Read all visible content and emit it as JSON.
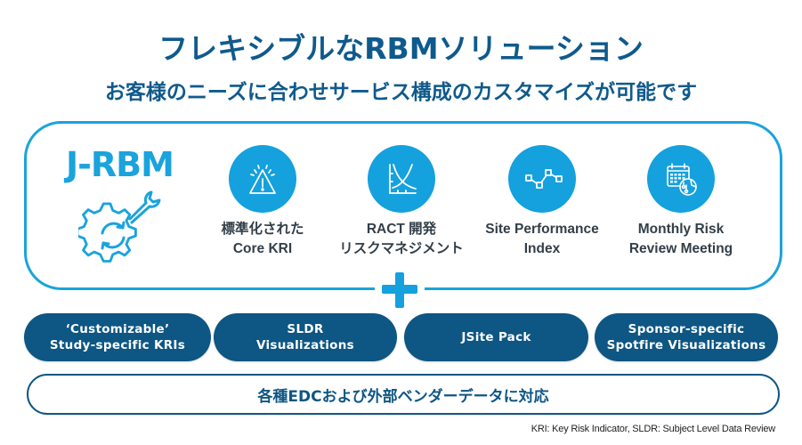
{
  "header": {
    "title": "フレキシブルなRBMソリューション",
    "subtitle": "お客様のニーズに合わせサービス構成のカスタマイズが可能です"
  },
  "platform": {
    "brand": "J-RBM",
    "brand_icon": "gear-wrench-icon",
    "features": [
      {
        "icon": "warning-triangle-icon",
        "label": "標準化された\nCore KRI",
        "line1": "標準化された",
        "line2": "Core KRI"
      },
      {
        "icon": "curve-chart-icon",
        "label": "RACT 開発\nリスクマネジメント",
        "line1": "RACT 開発",
        "line2": "リスクマネジメント"
      },
      {
        "icon": "line-chart-icon",
        "label": "Site Performance\nIndex",
        "line1": "Site Performance",
        "line2": "Index"
      },
      {
        "icon": "calendar-globe-icon",
        "label": "Monthly Risk\nReview Meeting",
        "line1": "Monthly Risk",
        "line2": "Review Meeting"
      }
    ]
  },
  "plus_icon": "plus-icon",
  "addons": [
    {
      "label": "‘Customizable’\nStudy-specific KRIs"
    },
    {
      "label": "SLDR\nVisualizations"
    },
    {
      "label": "JSite Pack"
    },
    {
      "label": "Sponsor-specific\nSpotfire Visualizations"
    }
  ],
  "data_sources": "各種EDCおよび外部ベンダーデータに対応",
  "footnote": "KRI: Key Risk Indicator, SLDR: Subject Level Data Review",
  "colors": {
    "primary_dark": "#0e5683",
    "title": "#0f5a8c",
    "accent": "#14a1dd",
    "text": "#333e48"
  }
}
